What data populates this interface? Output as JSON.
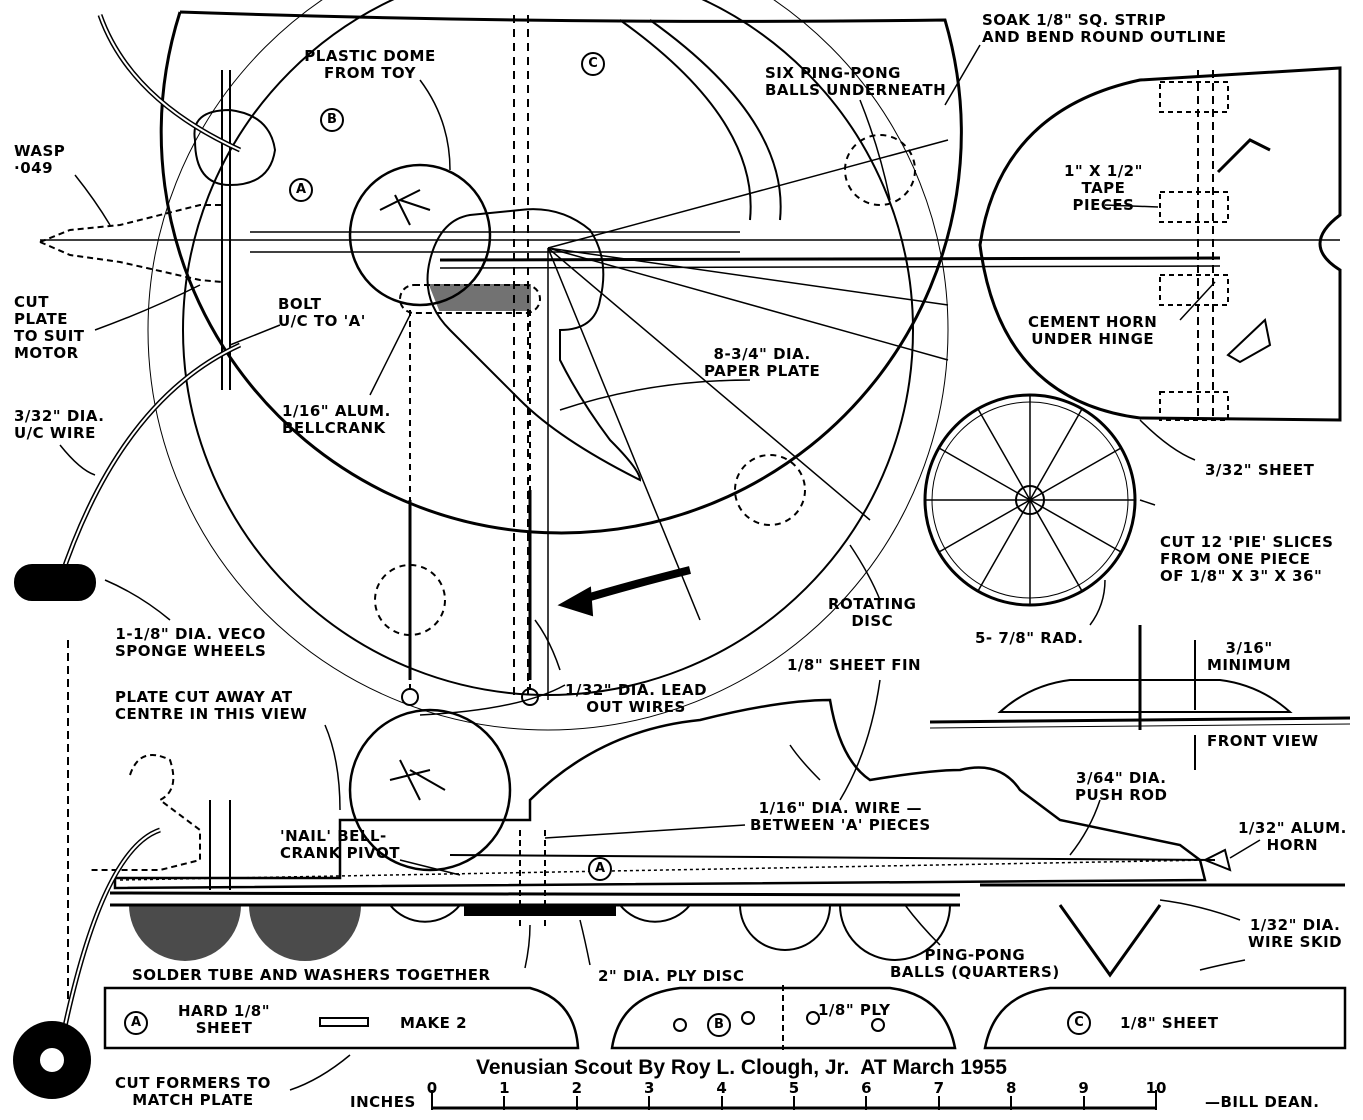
{
  "labels": {
    "wasp": "WASP\n·049",
    "cut_plate": "CUT\nPLATE\nTO SUIT\nMOTOR",
    "bolt_uc": "BOLT\nU/C TO 'A'",
    "uc_wire": "3/32\" DIA.\nU/C WIRE",
    "bellcrank": "1/16\" ALUM.\nBELLCRANK",
    "plastic_dome": "PLASTIC DOME\nFROM TOY",
    "six_ping_pong": "SIX PING-PONG\nBALLS UNDERNEATH",
    "soak_strip": "SOAK 1/8\" SQ. STRIP\nAND BEND ROUND OUTLINE",
    "tape_pieces": "1\" X 1/2\"\nTAPE\nPIECES",
    "cement_horn": "CEMENT HORN\nUNDER HINGE",
    "paper_plate": "8-3/4\" DIA.\nPAPER PLATE",
    "sheet_3_32": "3/32\" SHEET",
    "cut_pie": "CUT 12 'PIE' SLICES\nFROM ONE PIECE\nOF 1/8\" X 3\" X 36\"",
    "rotating_disc": "ROTATING\nDISC",
    "rad": "5- 7/8\" RAD.",
    "minimum": "3/16\"\nMINIMUM",
    "front_view": "FRONT VIEW",
    "sponge_wheels": "1-1/8\" DIA. VECO\nSPONGE WHEELS",
    "lead_out": "1/32\" DIA. LEAD\nOUT WIRES",
    "sheet_fin": "1/8\" SHEET FIN",
    "plate_cut": "PLATE CUT AWAY AT\nCENTRE IN THIS VIEW",
    "nail_bellcrank": "'NAIL' BELL-\nCRANK PIVOT",
    "wire_between": "1/16\" DIA. WIRE —\nBETWEEN 'A' PIECES",
    "push_rod": "3/64\" DIA.\nPUSH ROD",
    "alum_horn": "1/32\" ALUM.\nHORN",
    "wire_skid": "1/32\" DIA.\nWIRE SKID",
    "solder_tube": "SOLDER TUBE AND WASHERS TOGETHER",
    "ply_disc": "2\" DIA. PLY DISC",
    "ping_pong_quarters": "PING-PONG\nBALLS (QUARTERS)",
    "hard_sheet": "HARD 1/8\"\nSHEET",
    "make_2": "MAKE 2",
    "ply": "1/8\" PLY",
    "sheet_c": "1/8\" SHEET",
    "cut_formers": "CUT FORMERS TO\nMATCH PLATE",
    "inches": "INCHES",
    "bill_dean": "—BILL DEAN."
  },
  "bubbles": {
    "a": "A",
    "b": "B",
    "c": "C"
  },
  "title": "Venusian Scout By Roy L. Clough, Jr.  AT March 1955",
  "scale": {
    "ticks": [
      "0",
      "1",
      "2",
      "3",
      "4",
      "5",
      "6",
      "7",
      "8",
      "9",
      "10"
    ]
  }
}
